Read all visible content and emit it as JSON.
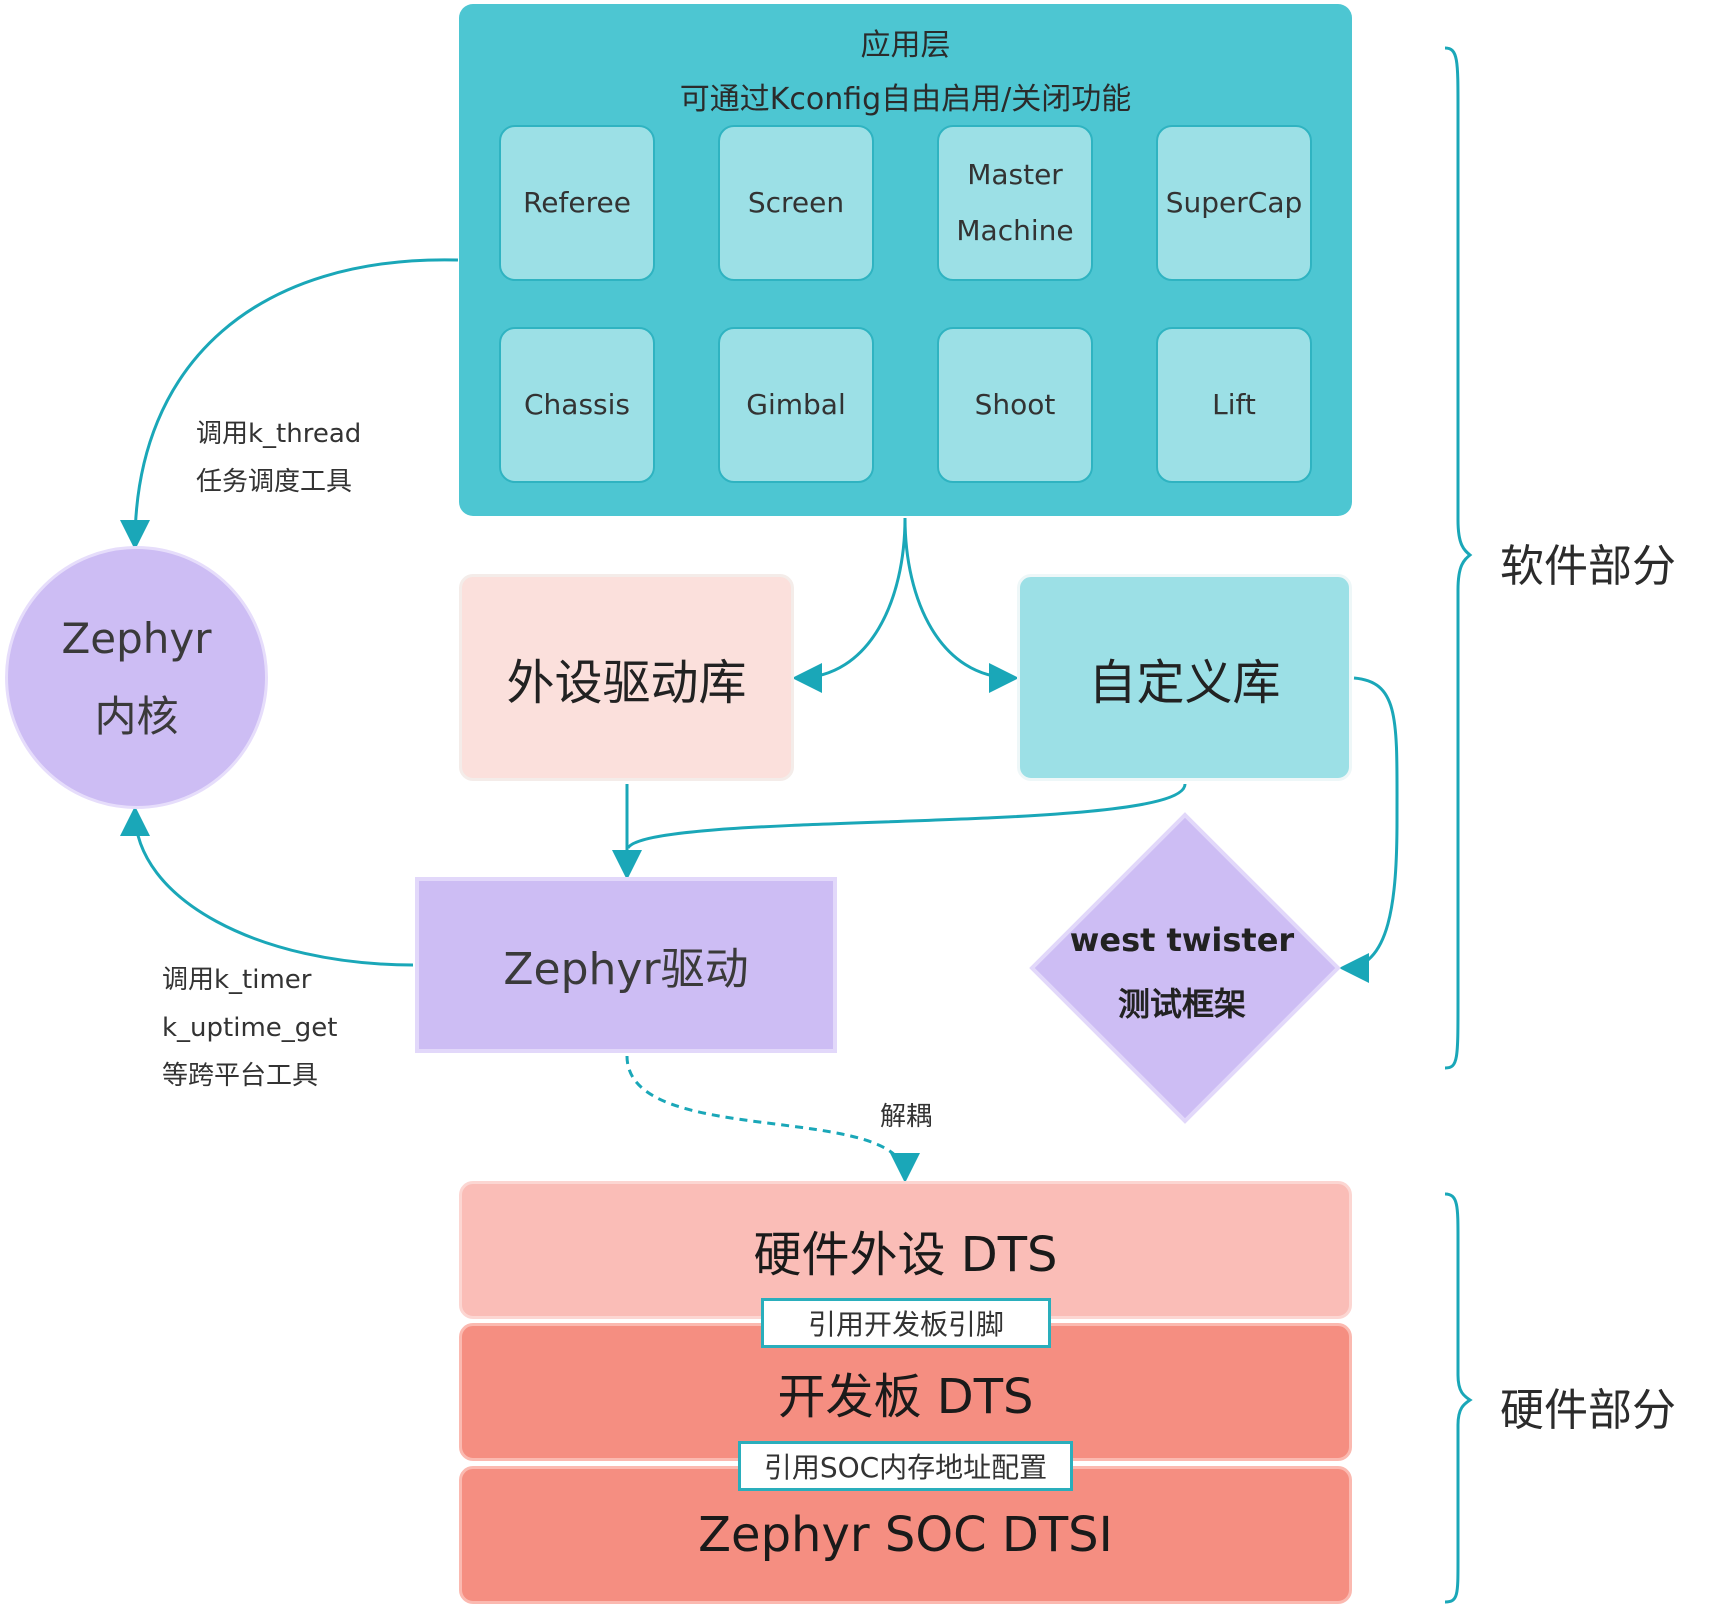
{
  "app_layer": {
    "title": "应用层",
    "subtitle": "可通过Kconfig自由启用/关闭功能",
    "modules": [
      "Referee",
      "Screen",
      "Master\nMachine",
      "SuperCap",
      "Chassis",
      "Gimbal",
      "Shoot",
      "Lift"
    ]
  },
  "peripheral_lib": "外设驱动库",
  "custom_lib": "自定义库",
  "kernel": {
    "line1": "Zephyr",
    "line2": "内核"
  },
  "kernel_call_note": {
    "line1": "调用k_thread",
    "line2": "任务调度工具"
  },
  "zephyr_driver": "Zephyr驱动",
  "driver_call_note": {
    "line1": "调用k_timer",
    "line2": "k_uptime_get",
    "line3": "等跨平台工具"
  },
  "twister": {
    "line1": "west twister",
    "line2": "测试框架"
  },
  "decouple_label": "解耦",
  "hardware": {
    "peripheral_dts": "硬件外设 DTS",
    "board_pin_tag": "引用开发板引脚",
    "board_dts": "开发板 DTS",
    "soc_mem_tag": "引用SOC内存地址配置",
    "soc_dtsi": "Zephyr SOC DTSI"
  },
  "sections": {
    "software": "软件部分",
    "hardware": "硬件部分"
  },
  "colors": {
    "teal": "#4dc6d2",
    "teal_light": "#9ce0e6",
    "arrow": "#1aa7b8",
    "purple": "#cdbdf4",
    "pink": "#fbe0dc",
    "salmon_light": "#fabdb7",
    "salmon": "#f58e81"
  }
}
